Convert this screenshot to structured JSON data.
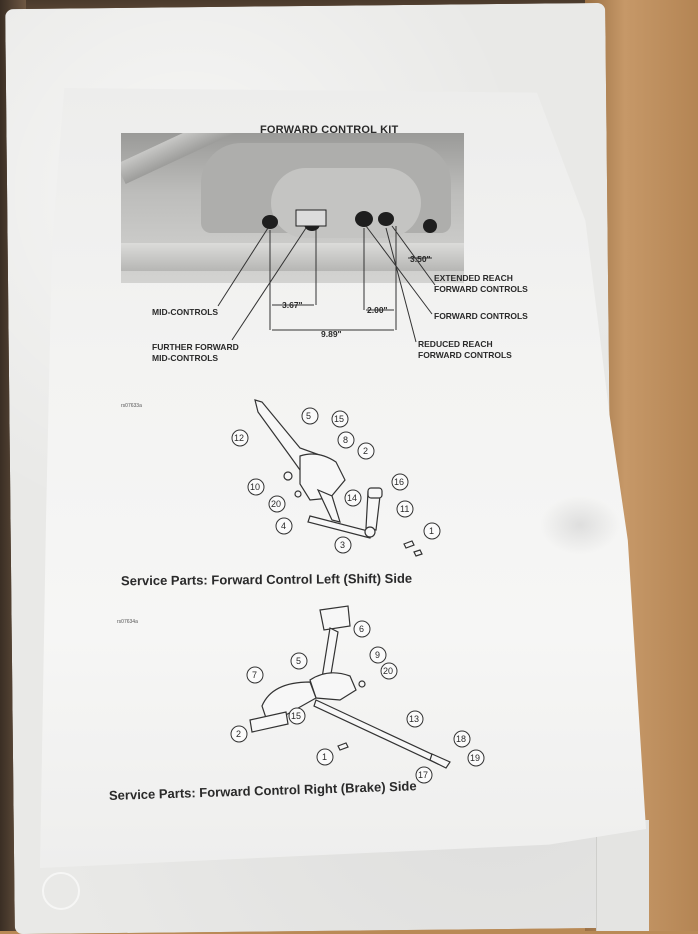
{
  "doc": {
    "title": "FORWARD CONTROL KIT",
    "labels": {
      "mid_controls": "MID-CONTROLS",
      "further_forward_1": "FURTHER FORWARD",
      "further_forward_2": "MID-CONTROLS",
      "extended_reach_1": "EXTENDED REACH",
      "extended_reach_2": "FORWARD CONTROLS",
      "forward_controls": "FORWARD CONTROLS",
      "reduced_reach_1": "REDUCED REACH",
      "reduced_reach_2": "FORWARD CONTROLS"
    },
    "dimensions": {
      "d1": "3.50\"",
      "d2": "3.67\"",
      "d3": "2.00\"",
      "d4": "9.89\""
    },
    "ref_codes": {
      "r1": "rs07633a",
      "r2": "rs07634a"
    },
    "section_left": "Service Parts: Forward Control Left (Shift) Side",
    "section_right": "Service Parts: Forward Control Right (Brake) Side",
    "callouts_left": [
      "5",
      "15",
      "12",
      "8",
      "2",
      "10",
      "16",
      "20",
      "14",
      "11",
      "4",
      "1",
      "3"
    ],
    "callouts_right": [
      "6",
      "9",
      "5",
      "7",
      "20",
      "15",
      "13",
      "2",
      "18",
      "1",
      "19",
      "17"
    ]
  }
}
